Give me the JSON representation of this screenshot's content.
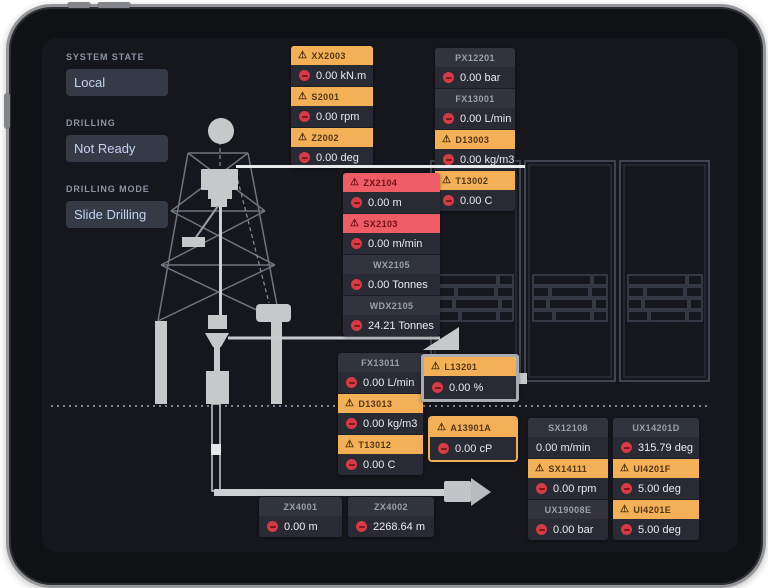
{
  "panel": {
    "fields": [
      {
        "label": "SYSTEM STATE",
        "value": "Local"
      },
      {
        "label": "DRILLING",
        "value": "Not Ready"
      },
      {
        "label": "DRILLING MODE",
        "value": "Slide Drilling"
      }
    ]
  },
  "groups": {
    "topstring": {
      "entries": [
        {
          "tag": "XX2003",
          "level": "warn",
          "value": "0.00 kN.m",
          "bad": true
        },
        {
          "tag": "S2001",
          "level": "warn",
          "value": "0.00 rpm",
          "bad": true
        },
        {
          "tag": "Z2002",
          "level": "warn",
          "value": "0.00 deg",
          "bad": true
        }
      ]
    },
    "standpipe": {
      "entries": [
        {
          "tag": "PX12201",
          "level": "plain",
          "value": "0.00 bar",
          "bad": true
        },
        {
          "tag": "FX13001",
          "level": "plain",
          "value": "0.00 L/min",
          "bad": true
        },
        {
          "tag": "D13003",
          "level": "warn",
          "value": "0.00 kg/m3",
          "bad": true
        },
        {
          "tag": "T13002",
          "level": "warn",
          "value": "0.00 C",
          "bad": true
        }
      ]
    },
    "block": {
      "entries": [
        {
          "tag": "ZX2104",
          "level": "crit",
          "value": "0.00 m",
          "bad": true
        },
        {
          "tag": "SX2103",
          "level": "crit",
          "value": "0.00 m/min",
          "bad": true
        },
        {
          "tag": "WX2105",
          "level": "plain",
          "value": "0.00 Tonnes",
          "bad": true
        },
        {
          "tag": "WDX2105",
          "level": "plain",
          "value": "24.21 Tonnes",
          "bad": true
        }
      ]
    },
    "return_line": {
      "entries": [
        {
          "tag": "FX13011",
          "level": "plain",
          "value": "0.00 L/min",
          "bad": true
        },
        {
          "tag": "D13013",
          "level": "warn",
          "value": "0.00 kg/m3",
          "bad": true
        },
        {
          "tag": "T13012",
          "level": "warn",
          "value": "0.00 C",
          "bad": true
        }
      ]
    },
    "pit_level": {
      "entries": [
        {
          "tag": "L13201",
          "level": "warn",
          "value": "0.00 %",
          "bad": true
        }
      ]
    },
    "viscosity": {
      "entries": [
        {
          "tag": "A13901A",
          "level": "warn",
          "value": "0.00 cP",
          "bad": true
        }
      ]
    },
    "rop_rotary": {
      "entries": [
        {
          "tag": "SX12108",
          "level": "plain",
          "value": "0.00 m/min",
          "bad": false
        },
        {
          "tag": "SX14111",
          "level": "warn",
          "value": "0.00 rpm",
          "bad": true
        },
        {
          "tag": "UX19008E",
          "level": "plain",
          "value": "0.00 bar",
          "bad": true
        }
      ]
    },
    "toolface": {
      "entries": [
        {
          "tag": "UX14201D",
          "level": "plain",
          "value": "315.79 deg",
          "bad": true
        },
        {
          "tag": "UI4201F",
          "level": "warn",
          "value": "5.00 deg",
          "bad": true
        },
        {
          "tag": "UI4201E",
          "level": "warn",
          "value": "5.00 deg",
          "bad": true
        }
      ]
    },
    "bit_depth": {
      "entries": [
        {
          "tag": "ZX4001",
          "level": "plain",
          "value": "0.00 m",
          "bad": true
        }
      ]
    },
    "hole_depth": {
      "entries": [
        {
          "tag": "ZX4002",
          "level": "plain",
          "value": "2268.64 m",
          "bad": true
        }
      ]
    }
  },
  "icons": {
    "warning": "warning-triangle-icon",
    "bad_value": "minus-circle-icon",
    "warning_glyph": "⚠"
  },
  "colors": {
    "warning": "#f3b057",
    "critical": "#ee5d66",
    "bad_value": "#d63a44",
    "screen_bg": "#15171c",
    "box_bg": "#282b33"
  }
}
